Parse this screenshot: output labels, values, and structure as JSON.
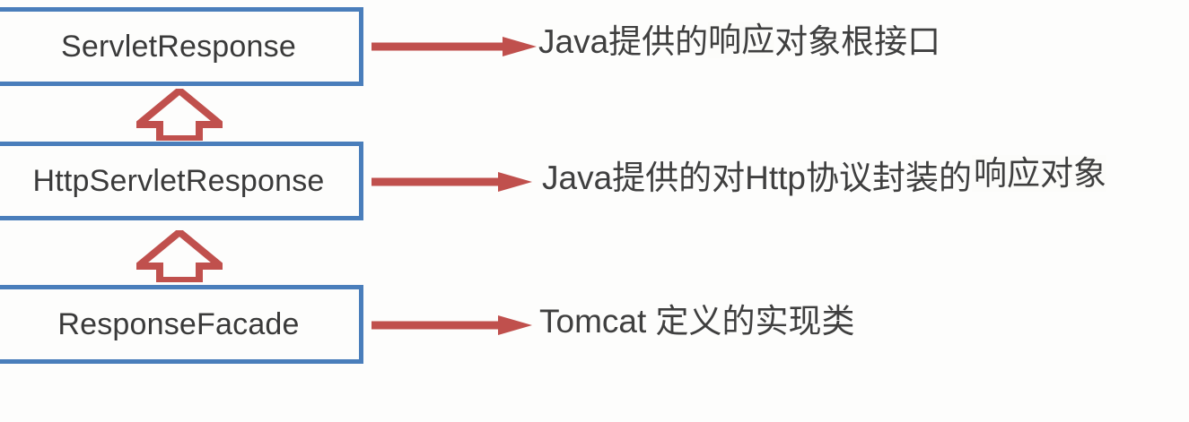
{
  "diagram": {
    "title": "ServletResponse inheritance hierarchy",
    "colors": {
      "box_border": "#4a7ebb",
      "arrow_red": "#c0504d",
      "text_dark": "#3a3a3a",
      "background": "#fdfdfc"
    },
    "rows": [
      {
        "box_label": "ServletResponse",
        "note_prefix": "Java提供的",
        "note_highlight": "响应",
        "note_suffix": "对象根接口",
        "note_full": "Java提供的响应对象根接口",
        "arrow_icon": "right-arrow-icon"
      },
      {
        "box_label": "HttpServletResponse",
        "note_prefix": "Java提供的对Http协议封装的",
        "note_highlight": "响应对象",
        "note_suffix": "",
        "note_full": "Java提供的对Http协议封装的响应对象",
        "arrow_icon": "right-arrow-icon"
      },
      {
        "box_label": "ResponseFacade",
        "note_prefix": "Tomcat 定义的实现类",
        "note_highlight": "",
        "note_suffix": "",
        "note_full": "Tomcat 定义的实现类",
        "arrow_icon": "right-arrow-icon"
      }
    ],
    "inheritance_arrows": [
      {
        "icon": "hollow-up-arrow-icon",
        "from": "HttpServletResponse",
        "to": "ServletResponse"
      },
      {
        "icon": "hollow-up-arrow-icon",
        "from": "ResponseFacade",
        "to": "HttpServletResponse"
      }
    ]
  }
}
